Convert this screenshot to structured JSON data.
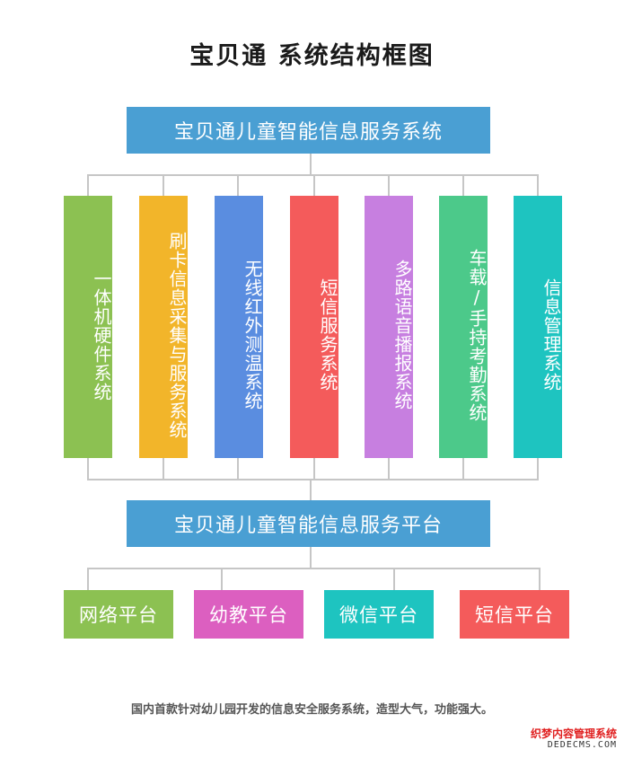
{
  "title": "宝贝通  系统结构框图",
  "top_banner": {
    "label": "宝贝通儿童智能信息服务系统",
    "color": "#4a9fd3"
  },
  "modules": [
    {
      "label": "一体机硬件系统",
      "color": "#8cc152"
    },
    {
      "label": "刷卡信息采集与服务系统",
      "color": "#f2b52a"
    },
    {
      "label": "无线红外测温系统",
      "color": "#5a8de0"
    },
    {
      "label": "短信服务系统",
      "color": "#f45b5b"
    },
    {
      "label": "多路语音播报系统",
      "color": "#c77fe0"
    },
    {
      "label": "车载/手持考勤系统",
      "color": "#4cc98a"
    },
    {
      "label": "信息管理系统",
      "color": "#1ec4c0"
    }
  ],
  "platform_banner": {
    "label": "宝贝通儿童智能信息服务平台",
    "color": "#4a9fd3"
  },
  "platforms": [
    {
      "label": "网络平台",
      "color": "#8cc152"
    },
    {
      "label": "幼教平台",
      "color": "#dc5fc0"
    },
    {
      "label": "微信平台",
      "color": "#1ec4c0"
    },
    {
      "label": "短信平台",
      "color": "#f45b5b"
    }
  ],
  "footer": "国内首款针对幼儿园开发的信息安全服务系统，造型大气，功能强大。",
  "watermark": {
    "zh": "织梦内容管理系统",
    "en": "DEDECMS.COM"
  }
}
